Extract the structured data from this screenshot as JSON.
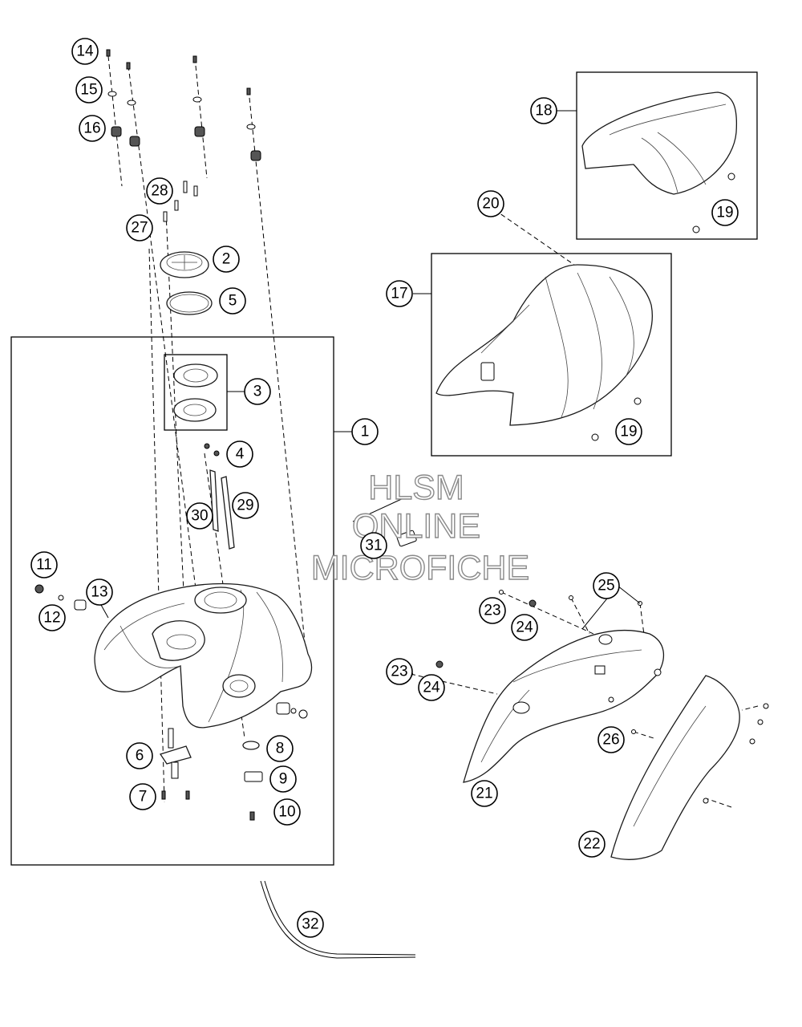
{
  "callouts": [
    "1",
    "2",
    "3",
    "4",
    "5",
    "6",
    "7",
    "8",
    "9",
    "10",
    "11",
    "12",
    "13",
    "14",
    "15",
    "16",
    "17",
    "18",
    "19",
    "19",
    "20",
    "21",
    "22",
    "23",
    "23",
    "24",
    "24",
    "25",
    "26",
    "27",
    "28",
    "29",
    "30",
    "31",
    "32"
  ],
  "watermark": {
    "line1": "HLSM",
    "line2": "ONLINE",
    "line3": "MICROFICHE"
  }
}
